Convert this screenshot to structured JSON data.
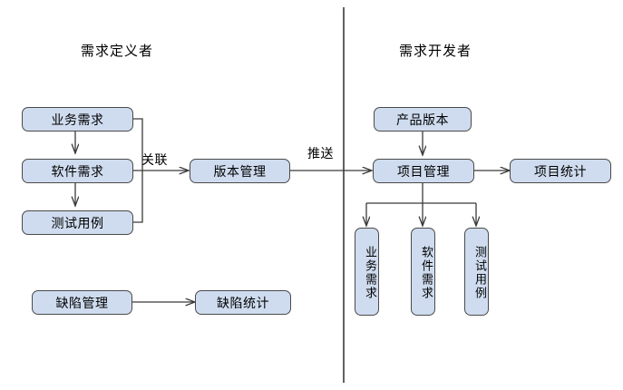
{
  "diagram": {
    "title_left": "需求定义者",
    "title_right": "需求开发者",
    "divider": "swimlane-divider",
    "colors": {
      "node_fill": "#cfdcef",
      "node_border": "#4a4a4a",
      "connector": "#3a3a3a",
      "background": "#ffffff",
      "text": "#000000"
    }
  },
  "lanes": [
    {
      "name": "requirement-definer",
      "label": "需求定义者"
    },
    {
      "name": "requirement-developer",
      "label": "需求开发者"
    }
  ],
  "nodes": {
    "business_requirement": "业务需求",
    "software_requirement": "软件需求",
    "test_case": "测试用例",
    "version_management": "版本管理",
    "defect_management": "缺陷管理",
    "defect_statistics": "缺陷统计",
    "product_version": "产品版本",
    "project_management": "项目管理",
    "project_statistics": "项目统计",
    "business_requirement_dev": "业务需求",
    "software_requirement_dev": "软件需求",
    "test_case_dev": "测试用例"
  },
  "edge_labels": {
    "associate": "关联",
    "push": "推送"
  }
}
